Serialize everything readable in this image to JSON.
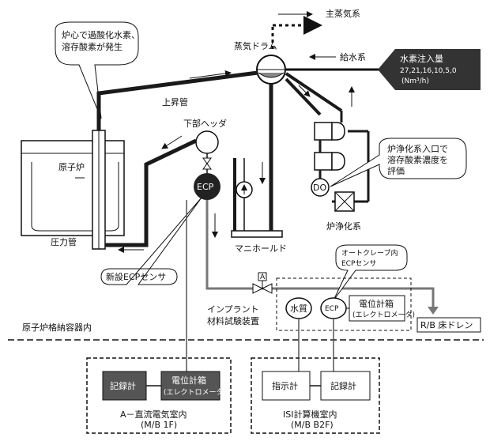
{
  "labels": {
    "main_steam": "主蒸気系",
    "steam_drum": "蒸気ドラム",
    "feedwater": "給水系",
    "h2_injection_title": "水素注入量",
    "h2_injection_values": "27,21,16,10,5,0",
    "h2_injection_unit": "(Nm³/h)",
    "callout_core_line1": "炉心で過酸化水素、",
    "callout_core_line2": "溶存酸素が発生",
    "riser": "上昇管",
    "lower_header": "下部ヘッダ",
    "reactor": "原子炉",
    "pressure_tube": "圧力管",
    "ecp": "ECP",
    "do": "DO",
    "cleanup_callout_line1": "炉浄化系入口で",
    "cleanup_callout_line2": "溶存酸素濃度を",
    "cleanup_callout_line3": "評価",
    "cleanup_system": "炉浄化系",
    "manifold": "マニホールド",
    "new_ecp_sensor": "新設ECPセンサ",
    "valve_a": "A",
    "autoclave_line1": "オートクレーブ内",
    "autoclave_line2": "ECPセンサ",
    "inplant_line1": "インプラント",
    "inplant_line2": "材料試験装置",
    "water_quality": "水質",
    "ecp_small": "ECP",
    "potentiometer_line1": "電位計箱",
    "potentiometer_line2": "(エレクトロメータ)",
    "floor_drain": "R/B 床ドレン",
    "containment": "原子炉格納容器内",
    "recorder": "記録計",
    "indicator": "指示計",
    "room_a_line1": "A－直流電気室内",
    "room_a_line2": "(M/B 1F)",
    "room_isi_line1": "ISI計算機室内",
    "room_isi_line2": "(M/B B2F)"
  },
  "colors": {
    "pipe": "#1a1a1a",
    "dark_box": "#555555",
    "injection_box": "#333333"
  }
}
